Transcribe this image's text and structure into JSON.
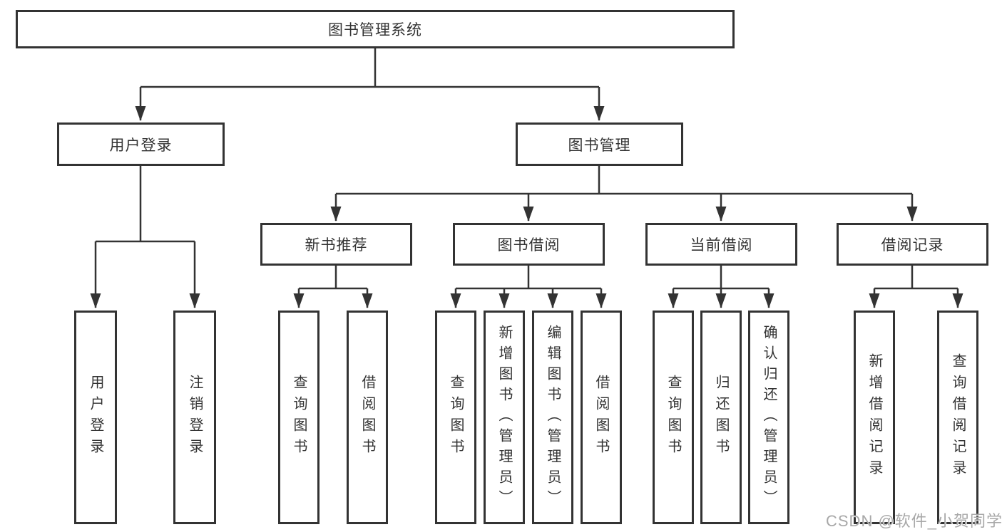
{
  "diagram": {
    "root": {
      "label": "图书管理系统"
    },
    "level2": [
      {
        "id": "user-login",
        "label": "用户登录"
      },
      {
        "id": "book-management",
        "label": "图书管理"
      }
    ],
    "level3": [
      {
        "id": "new-book-recommend",
        "label": "新书推荐"
      },
      {
        "id": "book-borrowing",
        "label": "图书借阅"
      },
      {
        "id": "current-borrowing",
        "label": "当前借阅"
      },
      {
        "id": "borrowing-records",
        "label": "借阅记录"
      }
    ],
    "leaves": [
      {
        "id": "user-login-leaf",
        "label": "用户登录"
      },
      {
        "id": "logout",
        "label": "注销登录"
      },
      {
        "id": "rec-query-books",
        "label": "查询图书"
      },
      {
        "id": "rec-borrow-books",
        "label": "借阅图书"
      },
      {
        "id": "bb-query-books",
        "label": "查询图书"
      },
      {
        "id": "bb-add-books-admin",
        "label": "新增图书（管理员）"
      },
      {
        "id": "bb-edit-books-admin",
        "label": "编辑图书（管理员）"
      },
      {
        "id": "bb-borrow-books",
        "label": "借阅图书"
      },
      {
        "id": "cb-query-books",
        "label": "查询图书"
      },
      {
        "id": "cb-return-books",
        "label": "归还图书"
      },
      {
        "id": "cb-confirm-return-admin",
        "label": "确认归还（管理员）"
      },
      {
        "id": "br-add-record",
        "label": "新增借阅记录"
      },
      {
        "id": "br-query-record",
        "label": "查询借阅记录"
      }
    ]
  },
  "watermark": {
    "text": "CSDN @软件_小贺同学"
  },
  "colors": {
    "line": "#333333",
    "box_border": "#333333",
    "box_background": "#ffffff",
    "text": "#333333",
    "watermark": "#a8a8a8",
    "page_background": "#ffffff"
  }
}
